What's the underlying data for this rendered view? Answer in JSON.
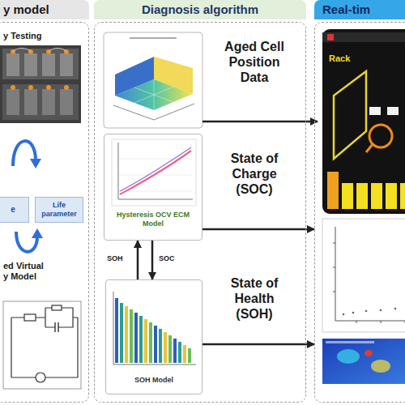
{
  "diagram": {
    "nodes": [
      {
        "text": [
          "y model"
        ]
      },
      {
        "text": [
          "e"
        ],
        "in": 0
      },
      {
        "text": [
          "Life parameter"
        ],
        "in": 0
      },
      {
        "text": [
          "Diagnosis algorithm"
        ]
      },
      {
        "text": [
          "Hysteresis OCV ECM Model"
        ],
        "in": 3
      },
      {
        "text": [
          "SOH Model"
        ],
        "in": 3
      },
      {
        "text": [
          "Real-tim"
        ]
      },
      {
        "text": [
          "Rack"
        ],
        "in": 6
      }
    ],
    "edges": [
      {
        "from": 5,
        "to": 4,
        "label": "SOH",
        "arrow": "to"
      },
      {
        "from": 4,
        "to": 5,
        "label": "SOC",
        "arrow": "to"
      },
      {
        "from": 4,
        "to": 6,
        "label": "State of Charge (SOC)",
        "arrow": "to"
      },
      {
        "from": 5,
        "to": 6,
        "label": "State of Health (SOH)",
        "arrow": "to"
      }
    ],
    "labels": [
      "y Testing",
      "ed Virtual y Model",
      "Aged Cell Position Data"
    ]
  }
}
